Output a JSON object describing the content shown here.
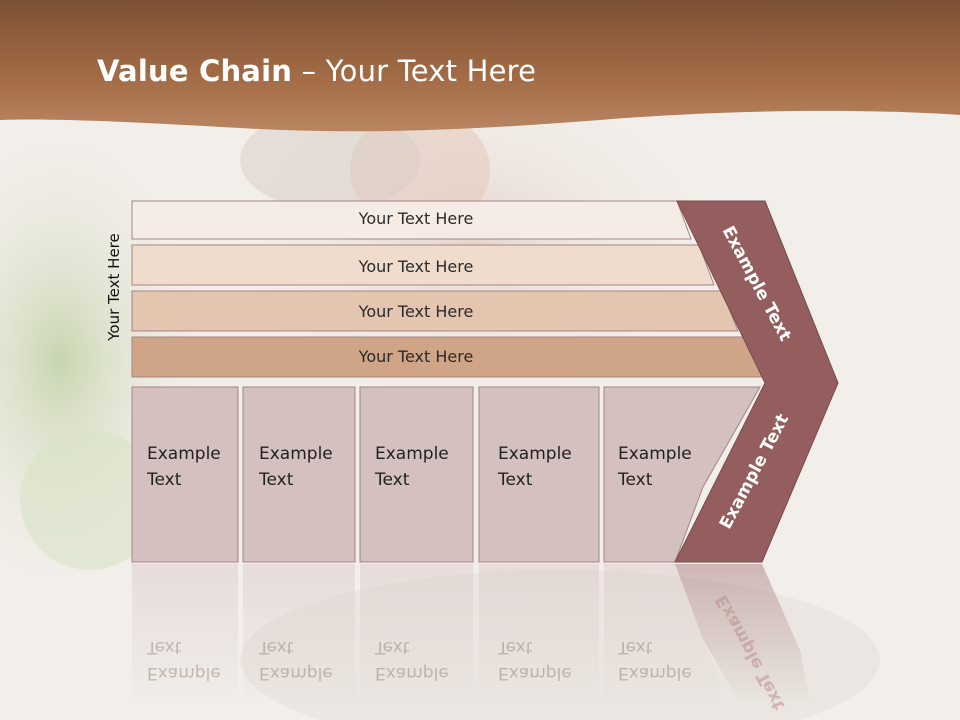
{
  "slide": {
    "title_bold": "Value Chain",
    "title_rest": " – Your Text Here",
    "side_label": "Your Text Here"
  },
  "bands": [
    {
      "label": "Your Text Here",
      "color": "#f6ece6"
    },
    {
      "label": "Your Text Here",
      "color": "#efdccd"
    },
    {
      "label": "Your Text Here",
      "color": "#e4c6b0"
    },
    {
      "label": "Your Text Here",
      "color": "#cfa487"
    }
  ],
  "columns": [
    {
      "line1": "Example",
      "line2": "Text"
    },
    {
      "line1": "Example",
      "line2": "Text"
    },
    {
      "line1": "Example",
      "line2": "Text"
    },
    {
      "line1": "Example",
      "line2": "Text"
    },
    {
      "line1": "Example",
      "line2": "Text"
    }
  ],
  "chevron": {
    "upper_label": "Example Text",
    "lower_label": "Example Text",
    "color": "#935e5d"
  },
  "colors": {
    "header": "#a06a44",
    "column_fill": "#d5c0c0",
    "column_stroke": "#a48484"
  }
}
